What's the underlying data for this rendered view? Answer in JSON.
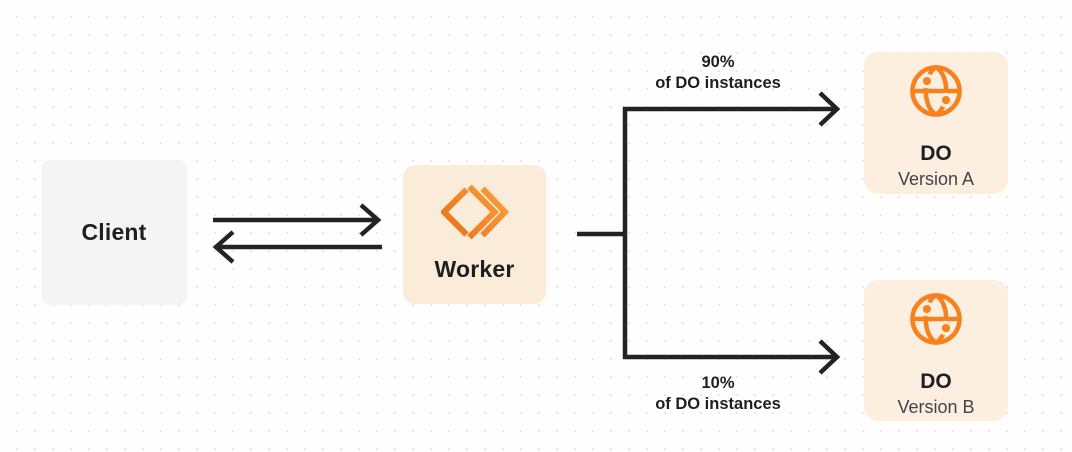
{
  "nodes": {
    "client": {
      "label": "Client"
    },
    "worker": {
      "label": "Worker",
      "icon": "workers-logo-icon"
    },
    "do_version_a": {
      "title": "DO",
      "subtitle": "Version A",
      "icon": "globe-icon"
    },
    "do_version_b": {
      "title": "DO",
      "subtitle": "Version B",
      "icon": "globe-icon"
    }
  },
  "labels": {
    "split_top": {
      "line1": "90%",
      "line2": "of DO instances"
    },
    "split_bottom": {
      "line1": "10%",
      "line2": "of DO instances"
    }
  },
  "colors": {
    "background": "#FEFEFE",
    "dot_grid": "#E7E7E9",
    "client_box_bg": "#F4F4F5",
    "worker_box_bg": "#FAECD9",
    "do_box_bg": "#FCEFDF",
    "accent_orange": "#F6821F",
    "accent_orange_light": "#F9A23C",
    "accent_orange_dark": "#E8701A",
    "line": "#232323",
    "text_primary": "#1E1F22",
    "text_secondary": "#434349"
  }
}
